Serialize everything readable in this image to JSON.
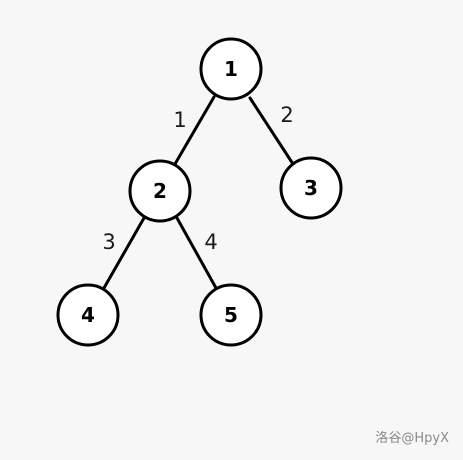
{
  "tree": {
    "nodes": [
      {
        "id": "n1",
        "label": "1"
      },
      {
        "id": "n2",
        "label": "2"
      },
      {
        "id": "n3",
        "label": "3"
      },
      {
        "id": "n4",
        "label": "4"
      },
      {
        "id": "n5",
        "label": "5"
      }
    ],
    "edges": [
      {
        "from": "n1",
        "to": "n2",
        "weight": "1"
      },
      {
        "from": "n1",
        "to": "n3",
        "weight": "2"
      },
      {
        "from": "n2",
        "to": "n4",
        "weight": "3"
      },
      {
        "from": "n2",
        "to": "n5",
        "weight": "4"
      }
    ]
  },
  "watermark": "洛谷@HpyX",
  "colors": {
    "background": "#f7f7f7",
    "stroke": "#000000",
    "node_fill": "#ffffff",
    "watermark": "#8a8a8a"
  }
}
